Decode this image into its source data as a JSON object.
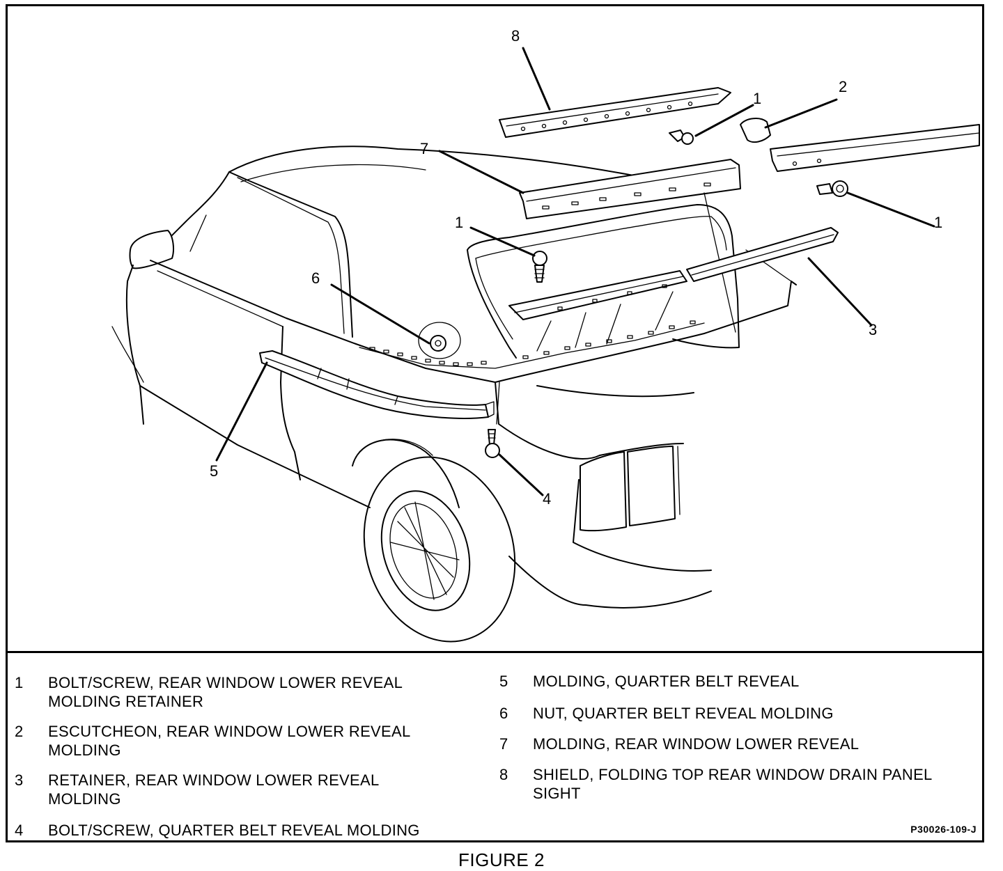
{
  "callouts": [
    "8",
    "1",
    "2",
    "7",
    "1",
    "1",
    "6",
    "3",
    "5",
    "4"
  ],
  "legend": [
    {
      "num": "1",
      "text": "BOLT/SCREW, REAR WINDOW LOWER REVEAL\nMOLDING RETAINER"
    },
    {
      "num": "2",
      "text": "ESCUTCHEON, REAR WINDOW LOWER REVEAL\nMOLDING"
    },
    {
      "num": "3",
      "text": "RETAINER, REAR WINDOW LOWER REVEAL\nMOLDING"
    },
    {
      "num": "4",
      "text": "BOLT/SCREW, QUARTER BELT REVEAL MOLDING"
    },
    {
      "num": "5",
      "text": "MOLDING, QUARTER BELT REVEAL"
    },
    {
      "num": "6",
      "text": "NUT, QUARTER BELT REVEAL MOLDING"
    },
    {
      "num": "7",
      "text": "MOLDING, REAR WINDOW LOWER REVEAL"
    },
    {
      "num": "8",
      "text": "SHIELD, FOLDING TOP REAR WINDOW DRAIN PANEL\nSIGHT"
    }
  ],
  "part_code": "P30026-109-J",
  "caption": "FIGURE 2"
}
